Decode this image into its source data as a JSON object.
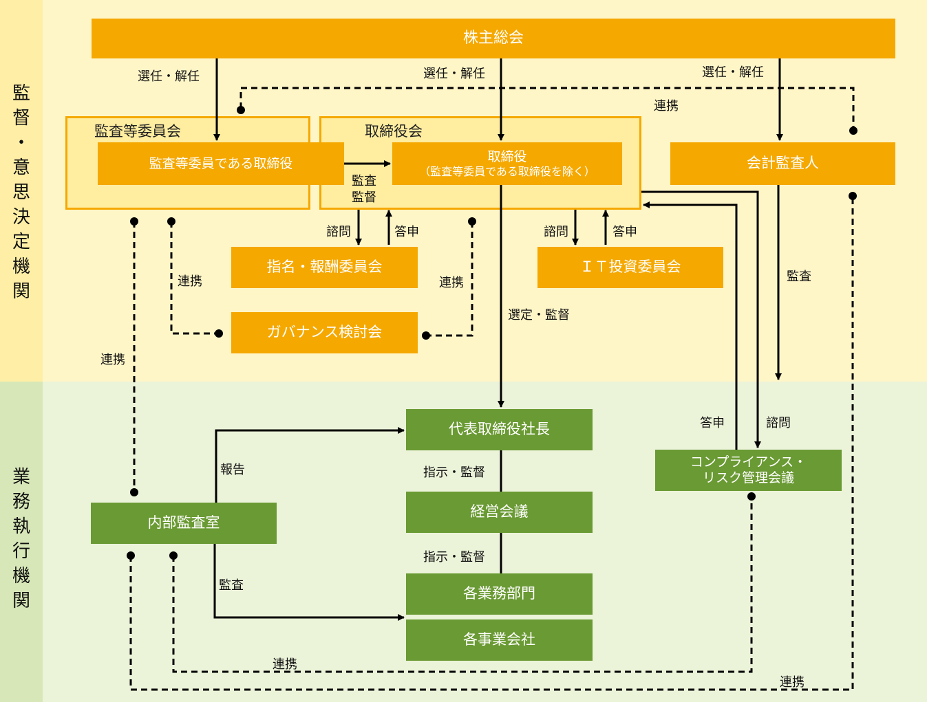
{
  "bands": {
    "governance_label": [
      "監",
      "督",
      "・",
      "意",
      "思",
      "決",
      "定",
      "機",
      "関"
    ],
    "execution_label": [
      "業",
      "務",
      "執",
      "行",
      "機",
      "関"
    ]
  },
  "nodes": {
    "shareholders_meeting": "株主総会",
    "audit_committee_group": "監査等委員会",
    "audit_committee_directors": "監査等委員である取締役",
    "board_group": "取締役会",
    "directors": "取締役",
    "directors_note": "（監査等委員である取締役を除く）",
    "accounting_auditor": "会計監査人",
    "nomination_committee": "指名・報酬委員会",
    "it_committee": "ＩＴ投資委員会",
    "governance_council": "ガバナンス検討会",
    "president": "代表取締役社長",
    "management_meeting": "経営会議",
    "business_divisions": "各業務部門",
    "group_companies": "各事業会社",
    "internal_audit": "内部監査室",
    "compliance_line1": "コンプライアンス・",
    "compliance_line2": "リスク管理会議"
  },
  "labels": {
    "elect_dismiss_1": "選任・解任",
    "elect_dismiss_2": "選任・解任",
    "elect_dismiss_3": "選任・解任",
    "cooperate_top": "連携",
    "audit_supervise_1": "監査",
    "audit_supervise_2": "監督",
    "consult_1": "諮問",
    "answer_1": "答申",
    "consult_2": "諮問",
    "answer_2": "答申",
    "cooperate_gov_left": "連携",
    "cooperate_gov_right": "連携",
    "select_supervise": "選定・監督",
    "audit_right": "監査",
    "cooperate_left": "連携",
    "answer_3": "答申",
    "consult_3": "諮問",
    "report": "報告",
    "instruct_supervise_1": "指示・監督",
    "instruct_supervise_2": "指示・監督",
    "audit_internal": "監査",
    "cooperate_bottom_1": "連携",
    "cooperate_bottom_2": "連携"
  },
  "colors": {
    "governance_band": "#fff6c8",
    "governance_side": "#ffefa6",
    "execution_band": "#ebf3d9",
    "execution_side": "#d7e7b8",
    "orange": "#f5a800",
    "green": "#6a9a33"
  }
}
